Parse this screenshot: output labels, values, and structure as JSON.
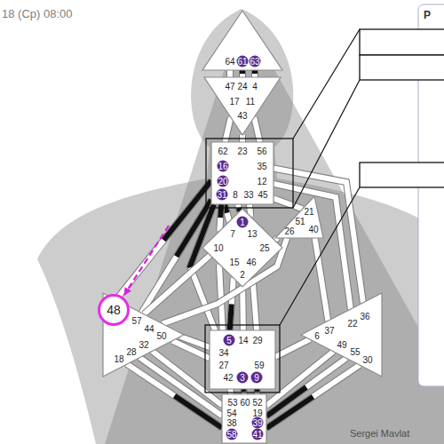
{
  "diagram": {
    "nodes": [
      {
        "text": [
          "64",
          "61",
          "63"
        ]
      },
      {
        "text": [
          "47",
          "24",
          "4",
          "17",
          "11",
          "43"
        ]
      },
      {
        "text": [
          "62",
          "23",
          "56",
          "16",
          "35",
          "20",
          "12",
          "31",
          "8",
          "33",
          "45"
        ]
      },
      {
        "text": [
          "1",
          "7",
          "13",
          "10",
          "25",
          "15",
          "46",
          "2"
        ]
      },
      {
        "text": [
          "21",
          "51",
          "26",
          "40"
        ]
      },
      {
        "text": [
          "48"
        ]
      },
      {
        "text": [
          "57",
          "44",
          "50",
          "32",
          "28",
          "18"
        ]
      },
      {
        "text": [
          "36",
          "22",
          "37",
          "6",
          "49",
          "55",
          "30"
        ]
      },
      {
        "text": [
          "5",
          "14",
          "29",
          "34",
          "27",
          "59",
          "42",
          "3",
          "9"
        ]
      },
      {
        "text": [
          "53",
          "60",
          "52",
          "54",
          "19",
          "38",
          "39",
          "58",
          "41"
        ]
      }
    ],
    "edges": [
      {
        "from": 0,
        "to": 1,
        "arrow": "none"
      },
      {
        "from": 0,
        "to": 1,
        "arrow": "none"
      },
      {
        "from": 0,
        "to": 1,
        "arrow": "none"
      },
      {
        "from": 1,
        "to": 2,
        "arrow": "none"
      },
      {
        "from": 1,
        "to": 2,
        "arrow": "none"
      },
      {
        "from": 1,
        "to": 2,
        "arrow": "none"
      },
      {
        "from": 2,
        "to": 3,
        "arrow": "none"
      },
      {
        "from": 2,
        "to": 3,
        "arrow": "none"
      },
      {
        "from": 2,
        "to": 3,
        "arrow": "none"
      },
      {
        "from": 2,
        "to": 3,
        "arrow": "none"
      },
      {
        "from": 2,
        "to": 6,
        "arrow": "none"
      },
      {
        "from": 2,
        "to": 6,
        "arrow": "none"
      },
      {
        "from": 2,
        "to": 8,
        "arrow": "none"
      },
      {
        "from": 2,
        "to": 4,
        "arrow": "none"
      },
      {
        "from": 2,
        "to": 7,
        "arrow": "none"
      },
      {
        "from": 2,
        "to": 7,
        "arrow": "none"
      },
      {
        "from": 3,
        "to": 6,
        "arrow": "none"
      },
      {
        "from": 3,
        "to": 4,
        "arrow": "none"
      },
      {
        "from": 3,
        "to": 8,
        "arrow": "none"
      },
      {
        "from": 3,
        "to": 8,
        "arrow": "none"
      },
      {
        "from": 3,
        "to": 8,
        "arrow": "none"
      },
      {
        "from": 3,
        "to": 8,
        "arrow": "none"
      },
      {
        "from": 4,
        "to": 6,
        "arrow": "none"
      },
      {
        "from": 4,
        "to": 7,
        "arrow": "none"
      },
      {
        "from": 6,
        "to": 8,
        "arrow": "none"
      },
      {
        "from": 6,
        "to": 8,
        "arrow": "none"
      },
      {
        "from": 8,
        "to": 7,
        "arrow": "none"
      },
      {
        "from": 8,
        "to": 9,
        "arrow": "none"
      },
      {
        "from": 8,
        "to": 9,
        "arrow": "none"
      },
      {
        "from": 8,
        "to": 9,
        "arrow": "none"
      },
      {
        "from": 6,
        "to": 9,
        "arrow": "none"
      },
      {
        "from": 6,
        "to": 9,
        "arrow": "none"
      },
      {
        "from": 6,
        "to": 9,
        "arrow": "none"
      },
      {
        "from": 7,
        "to": 9,
        "arrow": "none"
      },
      {
        "from": 7,
        "to": 9,
        "arrow": "none"
      },
      {
        "from": 7,
        "to": 9,
        "arrow": "none"
      }
    ],
    "labels": [
      "18 (Cp) 08:00",
      "P",
      "Sergei Mavlat"
    ]
  }
}
